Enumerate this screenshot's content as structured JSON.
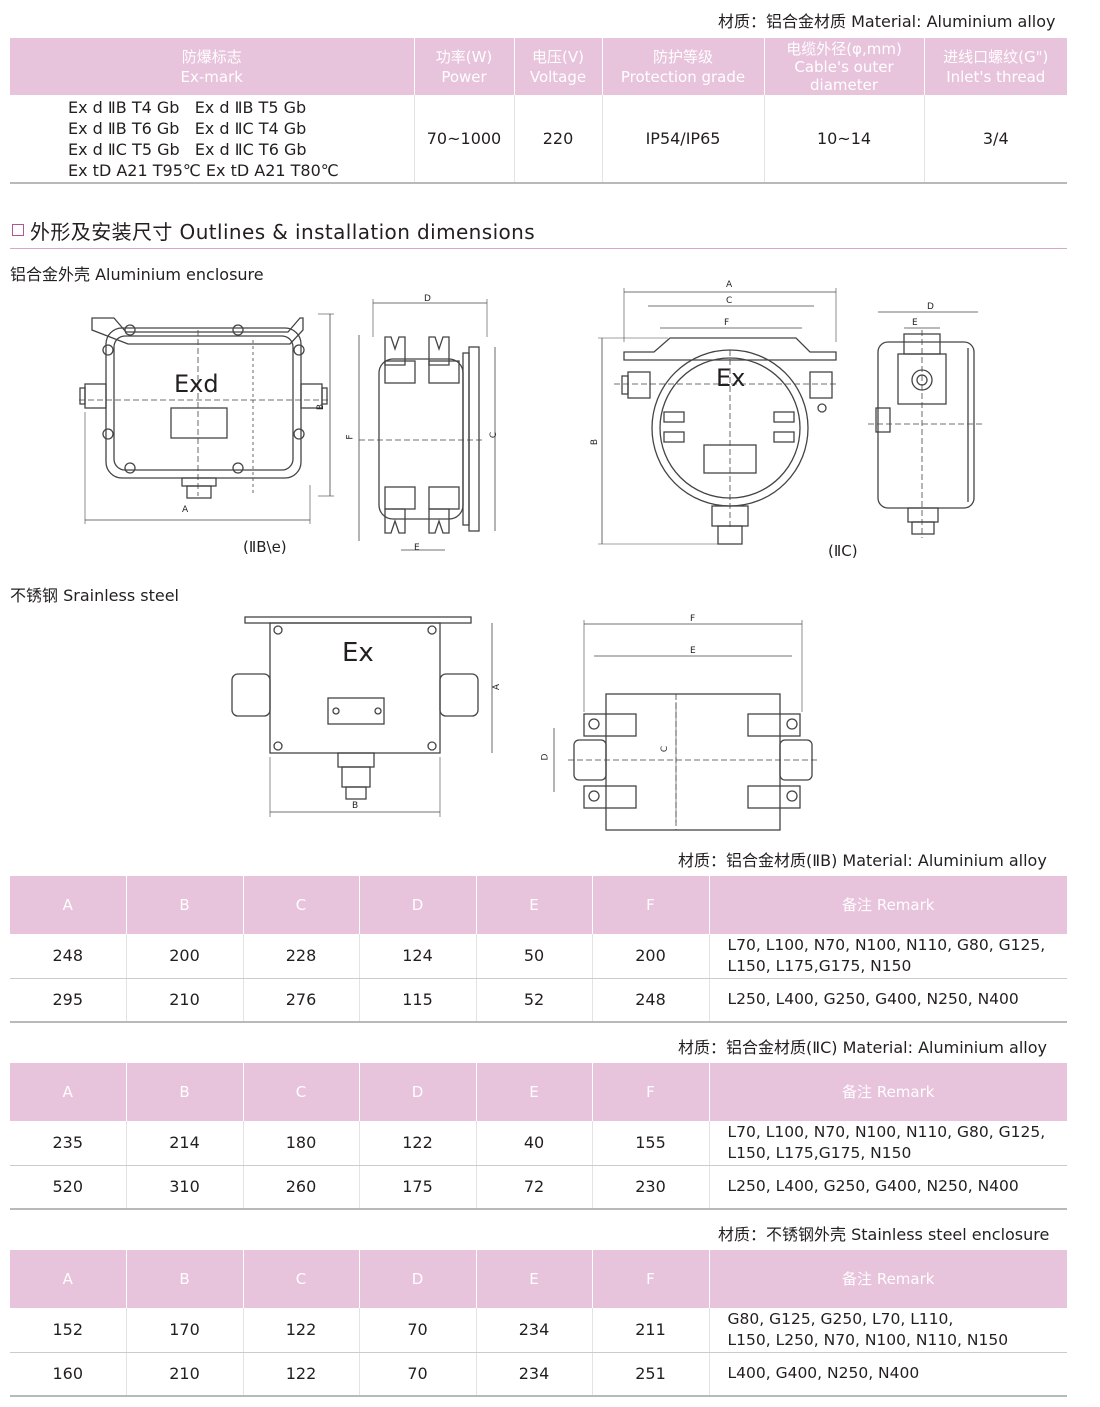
{
  "spec": {
    "material_label": "材质：铝合金材质  Material: Aluminium alloy",
    "headers": [
      {
        "cn": "防爆标志",
        "en": "Ex-mark"
      },
      {
        "cn": "功率(W)",
        "en": "Power"
      },
      {
        "cn": "电压(V)",
        "en": "Voltage"
      },
      {
        "cn": "防护等级",
        "en": "Protection grade"
      },
      {
        "cn": "电缆外径(φ,mm)",
        "en": "Cable's outer diameter"
      },
      {
        "cn": "进线口螺纹(G\")",
        "en": "Inlet's thread"
      }
    ],
    "exmarks": [
      "Ex d ⅡB T4 Gb   Ex d ⅡB T5 Gb",
      "Ex d ⅡB T6 Gb   Ex d ⅡC T4 Gb",
      "Ex d ⅡC T5 Gb   Ex d ⅡC T6 Gb",
      "Ex tD A21 T95℃ Ex tD A21 T80℃"
    ],
    "power": "70~1000",
    "voltage": "220",
    "protection": "IP54/IP65",
    "cable": "10~14",
    "thread": "3/4"
  },
  "section_title": "外形及安装尺寸 Outlines & installation dimensions",
  "aluminium_label": "铝合金外壳  Aluminium enclosure",
  "stainless_label": "不锈钢  Srainless steel",
  "drawings": {
    "exd": "Exd",
    "ex": "Ex",
    "caption_iib": "(ⅡB\\e)",
    "caption_iic": "(ⅡC)",
    "dims": {
      "A": "A",
      "B": "B",
      "C": "C",
      "D": "D",
      "E": "E",
      "F": "F"
    }
  },
  "dim_headers": [
    "A",
    "B",
    "C",
    "D",
    "E",
    "F",
    "备注  Remark"
  ],
  "tables": [
    {
      "material": "材质：铝合金材质(ⅡB)  Material: Aluminium alloy",
      "rows": [
        {
          "v": [
            "248",
            "200",
            "228",
            "124",
            "50",
            "200"
          ],
          "remark": [
            "L70, L100, N70, N100, N110, G80, G125,",
            "L150, L175,G175, N150"
          ]
        },
        {
          "v": [
            "295",
            "210",
            "276",
            "115",
            "52",
            "248"
          ],
          "remark": [
            "L250, L400, G250, G400, N250, N400"
          ]
        }
      ]
    },
    {
      "material": "材质：铝合金材质(ⅡC)  Material: Aluminium alloy",
      "rows": [
        {
          "v": [
            "235",
            "214",
            "180",
            "122",
            "40",
            "155"
          ],
          "remark": [
            "L70, L100, N70, N100, N110, G80, G125,",
            "L150, L175,G175, N150"
          ]
        },
        {
          "v": [
            "520",
            "310",
            "260",
            "175",
            "72",
            "230"
          ],
          "remark": [
            "L250, L400, G250, G400, N250, N400"
          ]
        }
      ]
    },
    {
      "material": "材质：不锈钢外壳  Stainless steel enclosure",
      "rows": [
        {
          "v": [
            "152",
            "170",
            "122",
            "70",
            "234",
            "211"
          ],
          "remark": [
            "G80, G125, G250, L70, L110,",
            "L150, L250, N70, N100, N110, N150"
          ]
        },
        {
          "v": [
            "160",
            "210",
            "122",
            "70",
            "234",
            "251"
          ],
          "remark": [
            "L400, G400, N250, N400"
          ]
        }
      ]
    }
  ]
}
